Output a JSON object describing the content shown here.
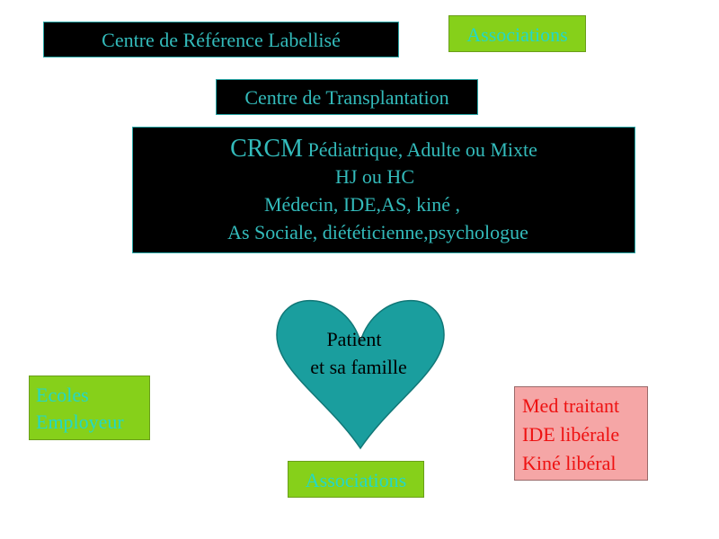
{
  "boxes": {
    "centre_reference": "Centre de Référence Labellisé",
    "associations_top": "Associations",
    "centre_transplantation": "Centre de Transplantation",
    "crcm": {
      "title": "CRCM",
      "line1_rest": " Pédiatrique, Adulte ou Mixte",
      "line2": "HJ ou HC",
      "line3": "Médecin, IDE,AS, kiné ,",
      "line4": "As Sociale, diététicienne,psychologue"
    },
    "ecoles": [
      "Ecoles",
      "Employeur"
    ],
    "associations_bottom": "Associations",
    "med": [
      "Med traitant",
      "IDE libérale",
      "Kiné libéral"
    ]
  },
  "heart": {
    "lines": [
      "Patient",
      "et sa famille"
    ]
  },
  "colors": {
    "dark_bg": "#000000",
    "teal_text": "#33bbbb",
    "green_bg": "#86d01a",
    "green_text": "#22d8c8",
    "pink_bg": "#f5a6a6",
    "red_text": "#ee1111",
    "heart_fill": "#1a9e9e"
  }
}
